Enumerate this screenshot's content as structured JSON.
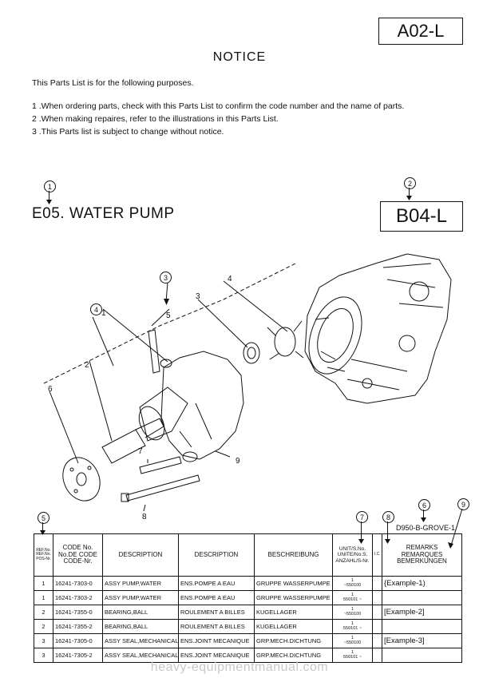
{
  "header": {
    "code_box": "A02-L"
  },
  "notice": {
    "title": "NOTICE",
    "intro": "This Parts List is for the following purposes.",
    "items": [
      "1 .When ordering parts, check with this Parts List to confirm the code number and the name of parts.",
      "2 .When making repaires, refer to the illustrations in this Parts List.",
      "3 .This Parts list is subject to change without notice."
    ]
  },
  "section": {
    "title": "E05. WATER PUMP",
    "code_box": "B04-L"
  },
  "callouts": {
    "c1": "1",
    "c2": "2",
    "c3": "3",
    "c4": "4",
    "c5": "5",
    "c6": "6",
    "c7": "7",
    "c8": "8",
    "c9": "9"
  },
  "diagram": {
    "labels": {
      "p1": "1",
      "p2": "2",
      "p3": "3",
      "p4": "4",
      "p5": "5",
      "p6": "6",
      "p7": "7",
      "p8": "8",
      "p9": "9"
    }
  },
  "table": {
    "engine_code": "D950-B-GROVE-1",
    "headers": {
      "ref": [
        "REF.No.",
        "REF.No.",
        "POS-Nr."
      ],
      "code": [
        "CODE No.",
        "No.DE CODE",
        "CODE-Nr."
      ],
      "desc_en": "DESCRIPTION",
      "desc_fr": "DESCRIPTION",
      "desc_de": "BESCHREIBUNG",
      "unit": [
        "UNIT/S.No.",
        "UNITE/No.S.",
        "ANZAHL/S-Nr."
      ],
      "ic": "I.C.",
      "remarks": [
        "REMARKS",
        "REMARQUES",
        "BEMERKUNGEN"
      ]
    },
    "rows": [
      {
        "ref": "1",
        "code": "16241-7303-0",
        "desc_en": "ASSY PUMP,WATER",
        "desc_fr": "ENS.POMPE A EAU",
        "desc_de": "GRUPPE WASSERPUMPE",
        "qty": "1",
        "serial": "~550100",
        "remark": "{Example-1)"
      },
      {
        "ref": "1",
        "code": "16241-7303-2",
        "desc_en": "ASSY PUMP,WATER",
        "desc_fr": "ENS.POMPE A EAU",
        "desc_de": "GRUPPE WASSERPUMPE",
        "qty": "1",
        "serial": "550101 ~",
        "remark": ""
      },
      {
        "ref": "2",
        "code": "16241-7355-0",
        "desc_en": "BEARING,BALL",
        "desc_fr": "ROULEMENT A BILLES",
        "desc_de": "KUGELLAGER",
        "qty": "1",
        "serial": "~550100",
        "remark": "[Example-2]"
      },
      {
        "ref": "2",
        "code": "16241-7355-2",
        "desc_en": "BEARING,BALL",
        "desc_fr": "ROULEMENT A BILLES",
        "desc_de": "KUGELLAGER",
        "qty": "1",
        "serial": "550101 ~",
        "remark": ""
      },
      {
        "ref": "3",
        "code": "16241-7305-0",
        "desc_en": "ASSY SEAL,MECHANICAL",
        "desc_fr": "ENS.JOINT MECANIQUE",
        "desc_de": "GRP.MECH.DICHTUNG",
        "qty": "1",
        "serial": "~550100",
        "remark": "[Example-3]"
      },
      {
        "ref": "3",
        "code": "16241-7305-2",
        "desc_en": "ASSY SEAL,MECHANICAL",
        "desc_fr": "ENS.JOINT MECANIQUE",
        "desc_de": "GRP.MECH.DICHTUNG",
        "qty": "1",
        "serial": "550101 ~",
        "remark": ""
      }
    ]
  },
  "watermark": "heavy-equipmentmanual.com"
}
